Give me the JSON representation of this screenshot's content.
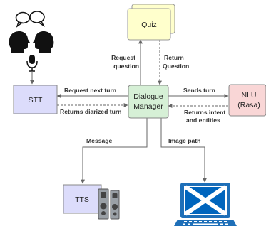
{
  "colors": {
    "quiz_fill": "#ffffcc",
    "stt_fill": "#dcdcfb",
    "dialogue_fill": "#d6f0d6",
    "nlu_fill": "#f9d6d6",
    "tts_fill": "#dcdcfb",
    "edge": "#666666",
    "monitor": "#1e6fb8",
    "saltire": "#0065bd"
  },
  "icons": [
    "two-speakers-icon",
    "microphone-icon",
    "speaker-icon",
    "laptop-icon"
  ],
  "nodes": {
    "quiz": "Quiz",
    "stt": "STT",
    "dialogue": {
      "line1": "Dialogue",
      "line2": "Manager"
    },
    "nlu": {
      "line1": "NLU",
      "line2": "(Rasa)"
    },
    "tts": "TTS"
  },
  "edges": {
    "request_question": {
      "line1": "Request",
      "line2": "question"
    },
    "return_question": {
      "line1": "Return",
      "line2": "Question"
    },
    "request_next_turn": "Request next turn",
    "returns_diarized_turn": "Returns diarized turn",
    "sends_turn": "Sends turn",
    "returns_intent": {
      "line1": "Returns intent",
      "line2": "and entities"
    },
    "message": "Message",
    "image_path": "Image path"
  }
}
